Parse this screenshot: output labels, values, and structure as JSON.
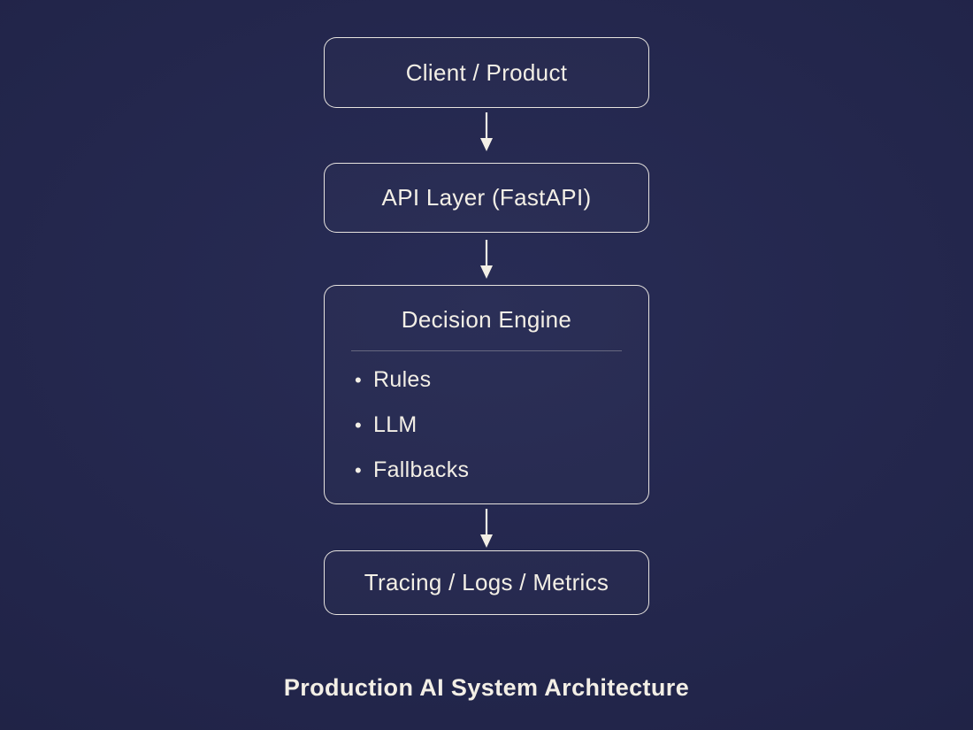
{
  "colors": {
    "background": "#22254a",
    "stroke": "#f3efe6",
    "text": "#f3efe6",
    "divider": "rgba(243,239,230,0.3)"
  },
  "diagram": {
    "bullet": "•",
    "nodes": {
      "client": {
        "label": "Client / Product"
      },
      "api": {
        "label": "API Layer (FastAPI)"
      },
      "engine": {
        "label": "Decision Engine",
        "items": [
          "Rules",
          "LLM",
          "Fallbacks"
        ]
      },
      "tracing": {
        "label": "Tracing / Logs / Metrics"
      }
    },
    "caption": "Production AI System Architecture"
  }
}
